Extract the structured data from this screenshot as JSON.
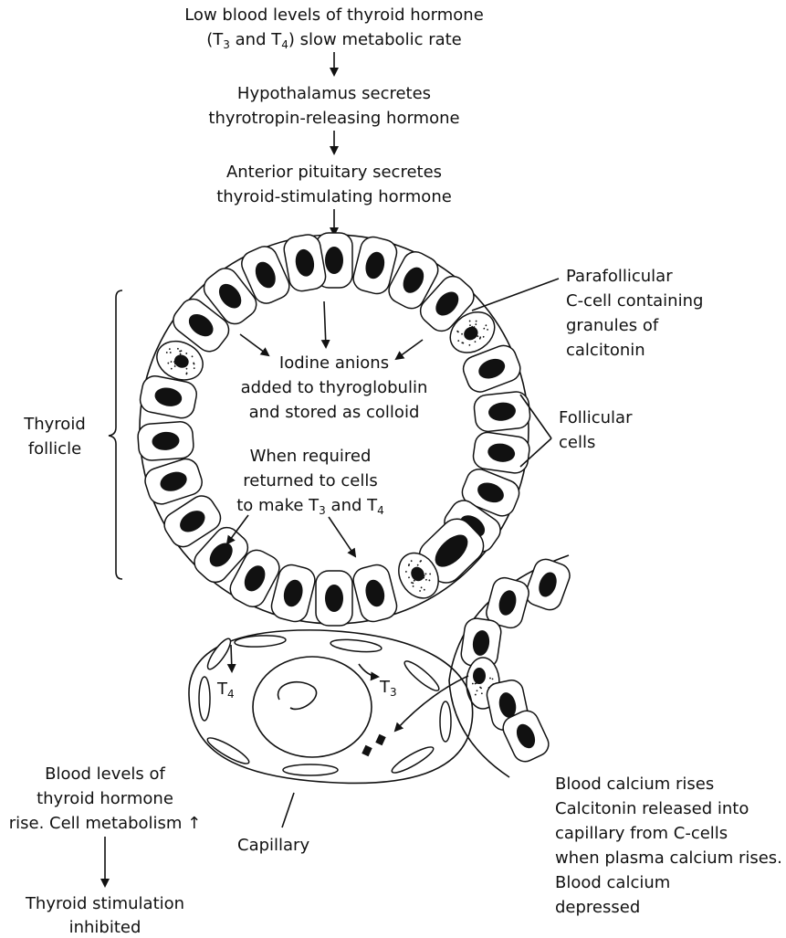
{
  "top_flow": {
    "step1": {
      "line1": "Low blood levels of thyroid hormone",
      "line2_prefix": "(T",
      "line2_sub1": "3",
      "line2_mid": " and T",
      "line2_sub2": "4",
      "line2_suffix": ") slow metabolic rate"
    },
    "step2": {
      "line1": "Hypothalamus secretes",
      "line2": "thyrotropin-releasing hormone"
    },
    "step3": {
      "line1": "Anterior pituitary secretes",
      "line2": "thyroid-stimulating hormone"
    }
  },
  "follicle": {
    "bracket_label": {
      "line1": "Thyroid",
      "line2": "follicle"
    },
    "colloid_label": {
      "line1": "Iodine anions",
      "line2": "added to thyroglobulin",
      "line3": "and stored as colloid"
    },
    "return_label": {
      "line1": "When required",
      "line2": "returned to cells",
      "line3_prefix": "to make T",
      "line3_sub1": "3",
      "line3_mid": " and T",
      "line3_sub2": "4"
    }
  },
  "right_labels": {
    "parafollicular": {
      "line1": "Parafollicular",
      "line2": "C-cell containing",
      "line3": "granules of",
      "line4": "calcitonin"
    },
    "follicular": {
      "line1": "Follicular",
      "line2": "cells"
    }
  },
  "capillary": {
    "label": "Capillary",
    "t4": {
      "prefix": "T",
      "sub": "4"
    },
    "t3": {
      "prefix": "T",
      "sub": "3"
    }
  },
  "bottom_left": {
    "line1": "Blood levels of",
    "line2": "thyroid hormone",
    "line3": "rise. Cell metabolism ↑",
    "result1": "Thyroid stimulation",
    "result2": "inhibited"
  },
  "bottom_right": {
    "line1": "Blood calcium rises",
    "line2": "Calcitonin released into",
    "line3": "capillary from C-cells",
    "line4": "when plasma calcium rises.",
    "line5": "Blood calcium",
    "line6": "depressed"
  }
}
